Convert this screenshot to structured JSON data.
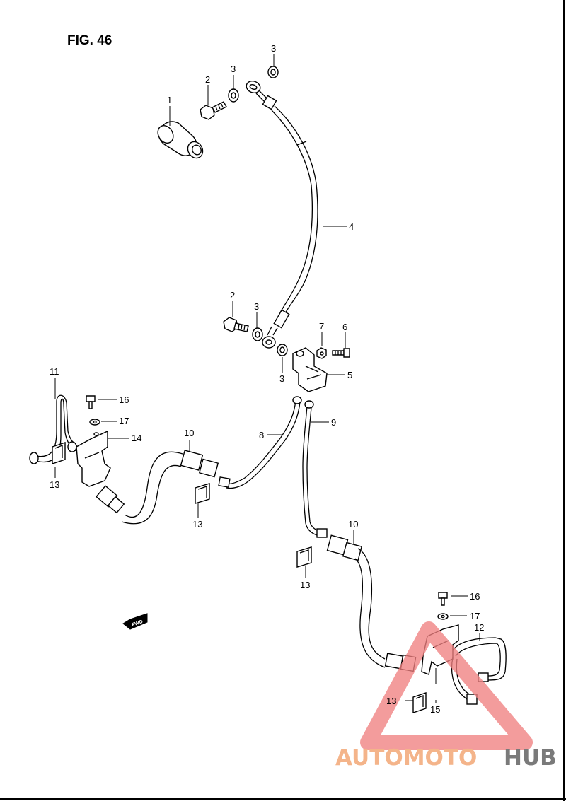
{
  "figure": {
    "title": "FIG. 46"
  },
  "fwd_label": "FWD",
  "callouts": [
    {
      "id": "c1",
      "num": "1"
    },
    {
      "id": "c2a",
      "num": "2"
    },
    {
      "id": "c3a",
      "num": "3"
    },
    {
      "id": "c3b",
      "num": "3"
    },
    {
      "id": "c4",
      "num": "4"
    },
    {
      "id": "c2b",
      "num": "2"
    },
    {
      "id": "c3c",
      "num": "3"
    },
    {
      "id": "c7",
      "num": "7"
    },
    {
      "id": "c6",
      "num": "6"
    },
    {
      "id": "c3d",
      "num": "3"
    },
    {
      "id": "c5",
      "num": "5"
    },
    {
      "id": "c11",
      "num": "11"
    },
    {
      "id": "c16a",
      "num": "16"
    },
    {
      "id": "c17a",
      "num": "17"
    },
    {
      "id": "c14",
      "num": "14"
    },
    {
      "id": "c10a",
      "num": "10"
    },
    {
      "id": "c8",
      "num": "8"
    },
    {
      "id": "c9",
      "num": "9"
    },
    {
      "id": "c13a",
      "num": "13"
    },
    {
      "id": "c13b",
      "num": "13"
    },
    {
      "id": "c10b",
      "num": "10"
    },
    {
      "id": "c13c",
      "num": "13"
    },
    {
      "id": "c16b",
      "num": "16"
    },
    {
      "id": "c17b",
      "num": "17"
    },
    {
      "id": "c12",
      "num": "12"
    },
    {
      "id": "c13d",
      "num": "13"
    },
    {
      "id": "c15",
      "num": "15"
    }
  ],
  "watermark": {
    "part1": "AUTOMOTO",
    "part2": "HUB",
    "color_primary": "#f4b48a",
    "color_secondary": "#7a7a7a",
    "triangle_color": "#f08080"
  }
}
